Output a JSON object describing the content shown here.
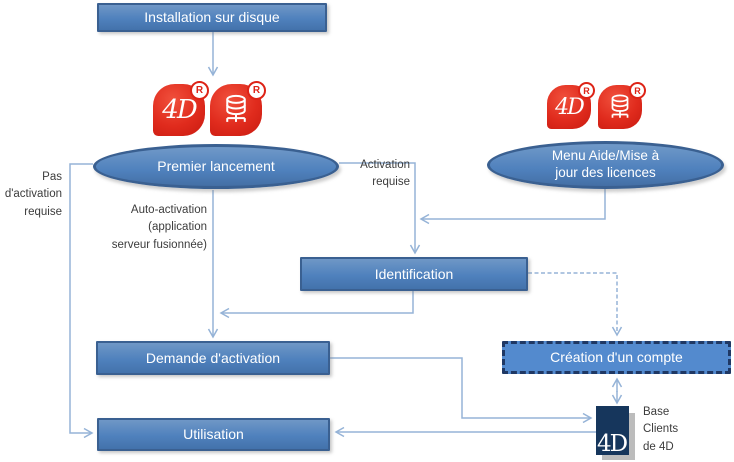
{
  "nodes": {
    "installation": "Installation sur disque",
    "premier_lancement": "Premier lancement",
    "menu_aide": "Menu Aide/Mise à\njour des licences",
    "identification": "Identification",
    "demande_activation": "Demande d'activation",
    "creation_compte": "Création d'un compte",
    "utilisation": "Utilisation"
  },
  "edge_labels": {
    "pas_activation": "Pas\nd'activation\nrequise",
    "activation_requise": "Activation\nrequise",
    "auto_activation": "Auto-activation\n(application\nserveur fusionnée)",
    "base_clients": "Base\nClients\nde 4D"
  },
  "icons": {
    "app_4d_letters": "4D",
    "registered_mark": "R",
    "logo_4d_letters": "4D"
  },
  "edges": [
    {
      "from": "installation",
      "to": "app-icons",
      "style": "solid"
    },
    {
      "from": "premier_lancement",
      "to": "utilisation",
      "label": "Pas d'activation requise",
      "style": "solid"
    },
    {
      "from": "premier_lancement",
      "to": "identification",
      "label": "Activation requise",
      "style": "solid"
    },
    {
      "from": "menu_aide",
      "to": "identification",
      "style": "solid"
    },
    {
      "from": "premier_lancement",
      "to": "demande_activation",
      "label": "Auto-activation (application serveur fusionnée)",
      "style": "solid"
    },
    {
      "from": "identification",
      "to": "demande_activation",
      "style": "solid"
    },
    {
      "from": "identification",
      "to": "creation_compte",
      "style": "dashed"
    },
    {
      "from": "creation_compte",
      "to": "base_clients_4d",
      "style": "double-arrow"
    },
    {
      "from": "demande_activation",
      "to": "base_clients_4d",
      "style": "solid"
    },
    {
      "from": "base_clients_4d",
      "to": "utilisation",
      "style": "solid"
    }
  ],
  "colors": {
    "node_fill": "#4f81bd",
    "node_border": "#3a6091",
    "dashed_border": "#1f3864",
    "connector": "#95b3d7",
    "icon_red": "#e02b1d",
    "logo_navy": "#16365c",
    "label_text": "#3c3c3c"
  }
}
